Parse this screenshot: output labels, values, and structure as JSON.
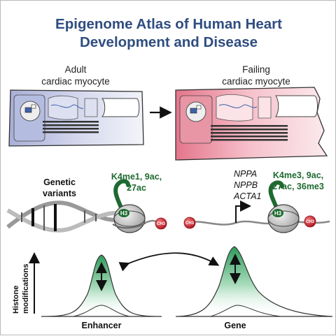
{
  "title": {
    "line1": "Epigenome Atlas of Human Heart",
    "line2": "Development and Disease"
  },
  "adult_cell": {
    "line1": "Adult",
    "line2": "cardiac myocyte"
  },
  "failing_cell": {
    "line1": "Failing",
    "line2": "cardiac myocyte"
  },
  "enhancer_panel": {
    "label_line1": "Genetic",
    "label_line2": "variants",
    "marks_line1": "K4me1, 9ac,",
    "marks_line2": "27ac",
    "histone_label": "H3",
    "methyl_label": "CH3"
  },
  "gene_panel": {
    "genes": [
      "NPPA",
      "NPPB",
      "ACTA1"
    ],
    "marks_line1": "K4me3, 9ac,",
    "marks_line2": "27ac, 36me3",
    "histone_label": "H3",
    "methyl_label": "CH3"
  },
  "peaks": {
    "y_axis_line1": "Histone",
    "y_axis_line2": "modifications",
    "enhancer_label": "Enhancer",
    "gene_label": "Gene"
  },
  "colors": {
    "title_blue": "#2f4d80",
    "mark_green": "#1e6a30",
    "adult_cell_fill": "#c9cde6",
    "failing_cell_fill": "#f0b3bf",
    "methyl_red": "#c8232c",
    "peak_green": "#2e9a5c"
  }
}
